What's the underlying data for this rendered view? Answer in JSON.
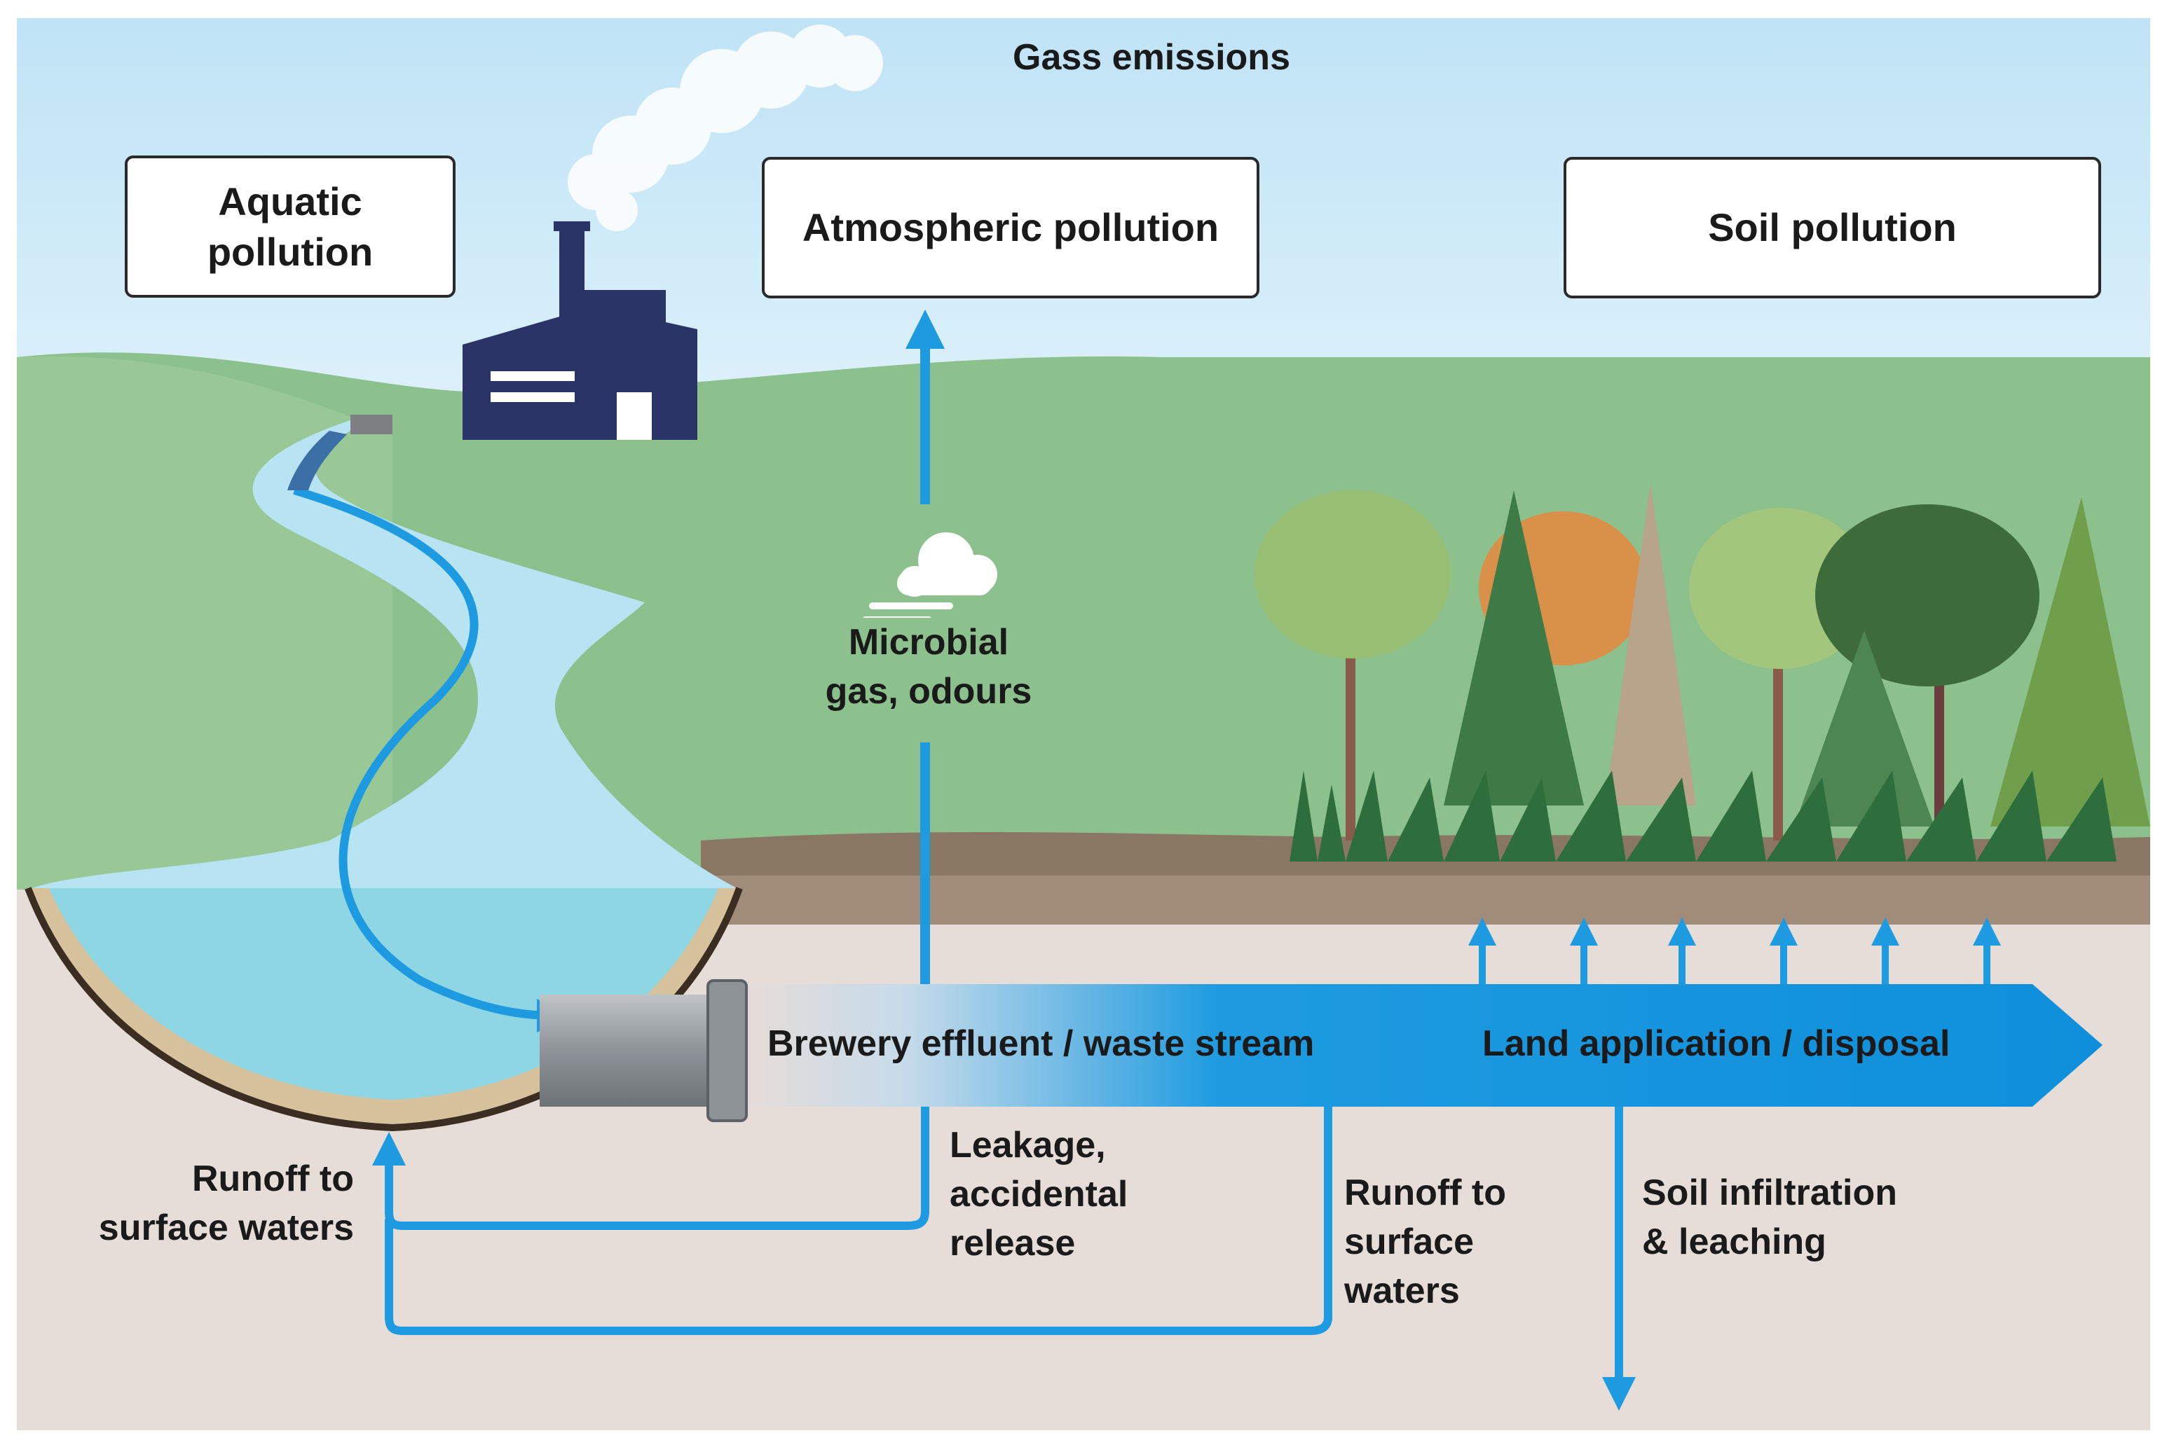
{
  "colors": {
    "sky_top": "#cfe9f7",
    "sky_bottom": "#eaf6fc",
    "hill_green": "#8cc08c",
    "ground_soil": "#9a8470",
    "underground": "#e6dcd8",
    "water": "#b7e3f2",
    "flow_blue": "#1e9be0",
    "factory_navy": "#2b3467"
  },
  "boxes": {
    "aquatic": "Aquatic\npollution",
    "atmospheric": "Atmospheric pollution",
    "soil": "Soil pollution"
  },
  "labels": {
    "gas_emissions": "Gass emissions",
    "microbial_gas": "Microbial\ngas, odours",
    "main_stream": "Brewery effluent / waste stream",
    "land_application": "Land application / disposal",
    "leakage": "Leakage,\naccidental\nrelease",
    "runoff_left": "Runoff to\nsurface waters",
    "runoff_middle": "Runoff to\nsurface\nwaters",
    "soil_infiltration": "Soil infiltration\n& leaching"
  },
  "icons": {
    "factory": "factory-icon",
    "smoke": "smoke-cloud-icon",
    "wind_cloud": "wind-cloud-icon",
    "pipe": "pipe-icon",
    "trees": "forest-icon"
  }
}
